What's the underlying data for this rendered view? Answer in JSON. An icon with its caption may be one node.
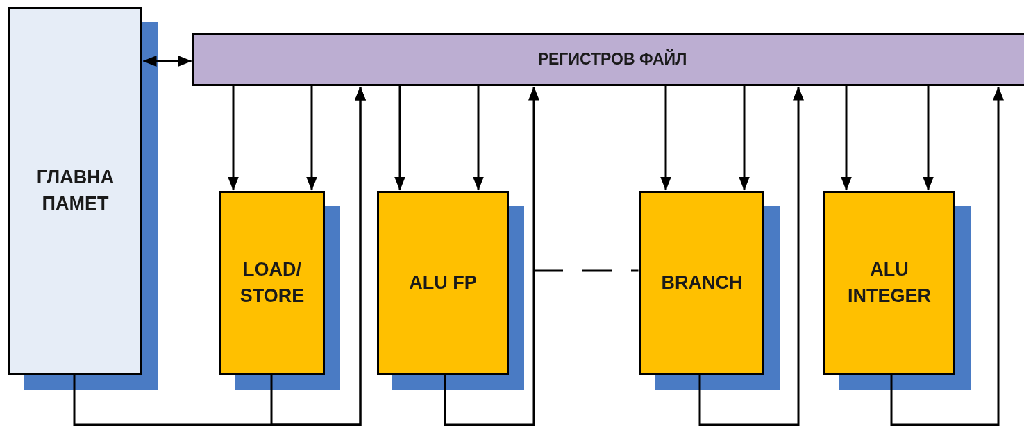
{
  "diagram": {
    "nodes": [
      {
        "text": [
          "ГЛАВНА ПАМЕТ"
        ]
      },
      {
        "text": [
          "РЕГИСТРОВ ФАЙЛ"
        ]
      },
      {
        "text": [
          "LOAD/ STORE"
        ]
      },
      {
        "text": [
          "ALU FP"
        ]
      },
      {
        "text": [
          "BRANCH"
        ]
      },
      {
        "text": [
          "ALU INTEGER"
        ]
      }
    ],
    "edges": [
      {
        "from": 0,
        "to": 1,
        "arrow": "both"
      },
      {
        "from": 1,
        "to": 2,
        "arrow": "to"
      },
      {
        "from": 1,
        "to": 2,
        "arrow": "to"
      },
      {
        "from": 1,
        "to": 3,
        "arrow": "to"
      },
      {
        "from": 1,
        "to": 3,
        "arrow": "to"
      },
      {
        "from": 1,
        "to": 4,
        "arrow": "to"
      },
      {
        "from": 1,
        "to": 4,
        "arrow": "to"
      },
      {
        "from": 1,
        "to": 5,
        "arrow": "to"
      },
      {
        "from": 1,
        "to": 5,
        "arrow": "to"
      },
      {
        "from": 0,
        "to": 1,
        "arrow": "to"
      },
      {
        "from": 2,
        "to": 1,
        "arrow": "to"
      },
      {
        "from": 3,
        "to": 1,
        "arrow": "to"
      },
      {
        "from": 4,
        "to": 1,
        "arrow": "to"
      },
      {
        "from": 5,
        "to": 1,
        "arrow": "to"
      },
      {
        "from": null,
        "to": 4,
        "arrow": "none",
        "style": "dashed"
      }
    ]
  }
}
